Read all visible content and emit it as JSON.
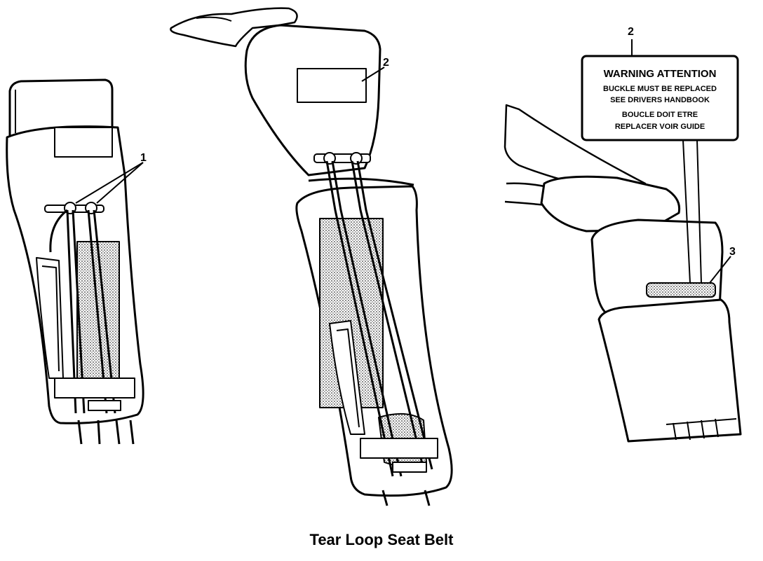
{
  "caption": "Tear Loop Seat Belt",
  "callouts": {
    "left": "1",
    "middle": "2",
    "right_label": "2",
    "right_tab": "3"
  },
  "warning_label": {
    "line1": "WARNING ATTENTION",
    "line2": "BUCKLE MUST BE REPLACED",
    "line3": "SEE DRIVERS HANDBOOK",
    "line4": "BOUCLE DOIT ETRE",
    "line5": "REPLACER VOIR GUIDE"
  }
}
